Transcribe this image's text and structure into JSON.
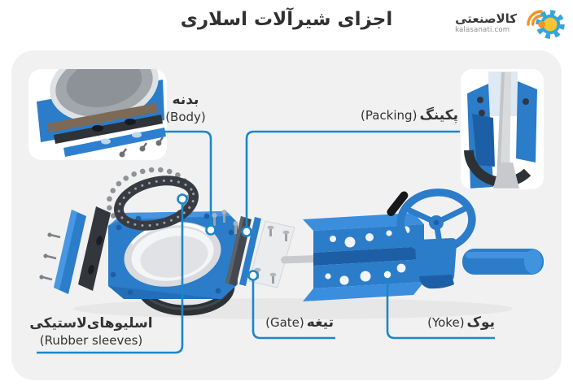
{
  "header": {
    "title": "اجزای شیرآلات اسلاری",
    "logo": {
      "brand": "کالاصنعتی",
      "domain": "kalasanati.com"
    }
  },
  "diagram": {
    "type": "exploded-view of a slurry knife gate valve",
    "parts": [
      {
        "id": "body",
        "fa": "بدنه",
        "en": "(Body)"
      },
      {
        "id": "packing",
        "fa": "پکینگ",
        "en": "(Packing)"
      },
      {
        "id": "rubber_sleeves",
        "fa": "اسلیوهای‌لاستیکی",
        "en": "(Rubber sleeves)"
      },
      {
        "id": "gate",
        "fa": "تیغه",
        "en": "(Gate)"
      },
      {
        "id": "yoke",
        "fa": "یوک",
        "en": "(Yoke)"
      }
    ]
  },
  "colors": {
    "accent_line": "#1b87c9",
    "card_bg": "#f1f1f2",
    "text": "#333333",
    "valve_blue": "#2b7cc9",
    "valve_blue_dark": "#1d5fa6",
    "dark_rubber": "#33373c",
    "logo_blue": "#36a4de",
    "logo_yellow": "#f6c733",
    "logo_orange": "#f6921e"
  }
}
